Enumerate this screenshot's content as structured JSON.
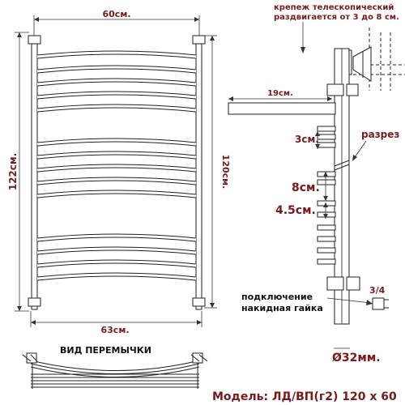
{
  "colors": {
    "label": "#7a1a1a",
    "line": "#222222",
    "pipe": "#444444"
  },
  "front_view": {
    "width_top": "60см.",
    "width_bottom": "63см.",
    "height_left": "122см.",
    "height_right": "120см."
  },
  "side_view": {
    "mount_note_line1": "крепеж телескопический",
    "mount_note_line2": "раздвигается от 3 до 8 см.",
    "depth": "19см.",
    "gap_small": "3см.",
    "cut": "разрез",
    "gap_8": "8см.",
    "gap_45": "4.5см.",
    "connection_line1": "подключение",
    "connection_line2": "накидная гайка",
    "thread": "3/4",
    "diameter": "Ø32мм."
  },
  "jumper_view": {
    "title": "ВИД ПЕРЕМЫЧКИ"
  },
  "model": "Модель: ЛД/ВП(г2) 120 х 60"
}
